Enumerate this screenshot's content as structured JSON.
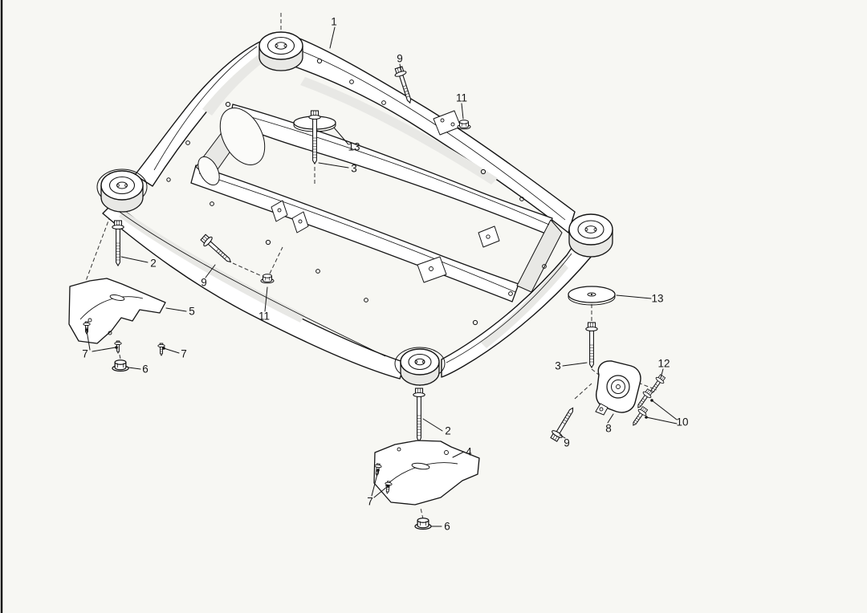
{
  "diagram": {
    "background": "#f7f7f3",
    "line_color": "#141414",
    "shade_color": "#e8e8e5",
    "callouts": [
      {
        "label": "1"
      },
      {
        "label": "9"
      },
      {
        "label": "11"
      },
      {
        "label": "13"
      },
      {
        "label": "3"
      },
      {
        "label": "2"
      },
      {
        "label": "9"
      },
      {
        "label": "5"
      },
      {
        "label": "11"
      },
      {
        "label": "7"
      },
      {
        "label": "7"
      },
      {
        "label": "6"
      },
      {
        "label": "13"
      },
      {
        "label": "3"
      },
      {
        "label": "12"
      },
      {
        "label": "10"
      },
      {
        "label": "8"
      },
      {
        "label": "9"
      },
      {
        "label": "2"
      },
      {
        "label": "4"
      },
      {
        "label": "7"
      },
      {
        "label": "6"
      }
    ]
  }
}
